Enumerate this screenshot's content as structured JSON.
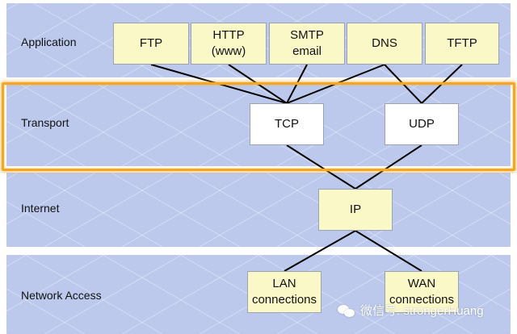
{
  "layers": {
    "application": "Application",
    "transport": "Transport",
    "internet": "Internet",
    "network_access": "Network Access"
  },
  "application_protocols": [
    {
      "line1": "FTP",
      "line2": ""
    },
    {
      "line1": "HTTP",
      "line2": "(www)"
    },
    {
      "line1": "SMTP",
      "line2": "email"
    },
    {
      "line1": "DNS",
      "line2": ""
    },
    {
      "line1": "TFTP",
      "line2": ""
    }
  ],
  "transport_protocols": [
    "TCP",
    "UDP"
  ],
  "internet_protocol": "IP",
  "access": [
    {
      "line1": "LAN",
      "line2": "connections"
    },
    {
      "line1": "WAN",
      "line2": "connections"
    }
  ],
  "watermark": "微信号: strongerHuang",
  "colors": {
    "layer_fill": "#bcc9ec",
    "protocol_box": "#fbf8c8",
    "transport_box": "#ffffff",
    "highlight": "#f5a623"
  }
}
